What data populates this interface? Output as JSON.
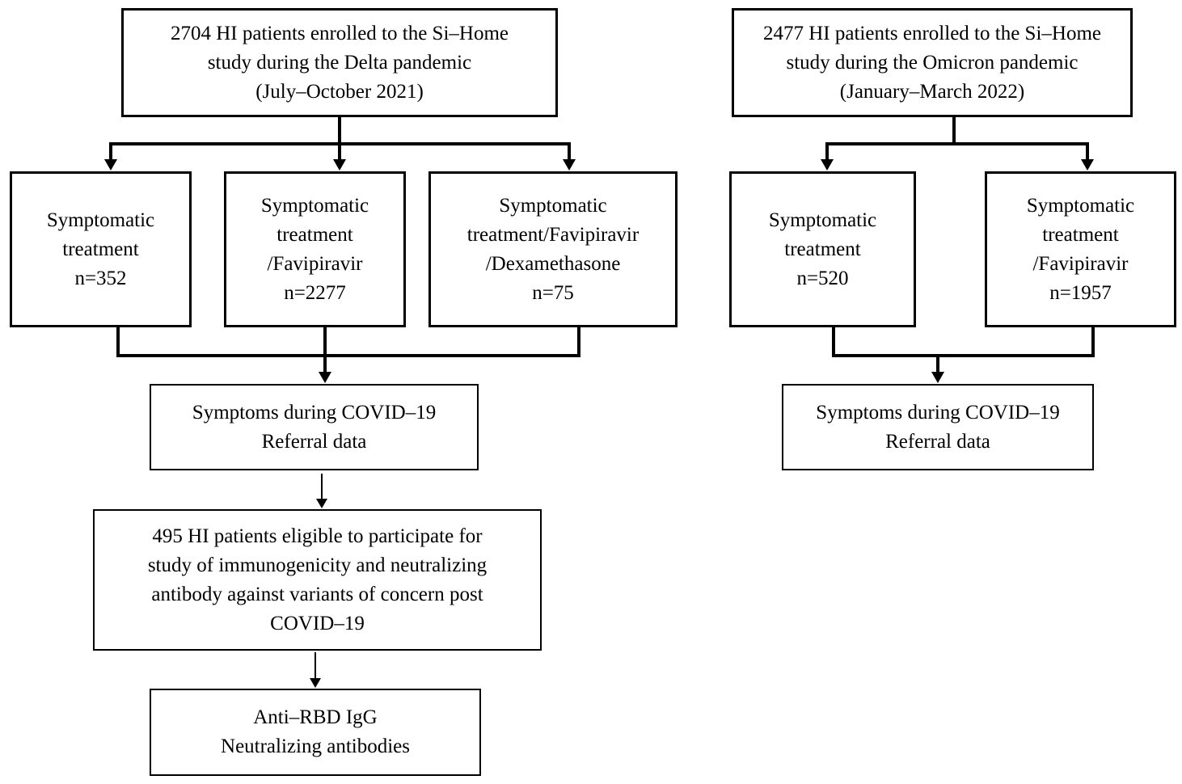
{
  "figure": {
    "type": "flowchart",
    "background_color": "#ffffff",
    "line_color": "#000000",
    "delta": {
      "enrollment": [
        "2704 HI patients enrolled to the Si–Home",
        "study during the Delta pandemic",
        "(July–October 2021)"
      ],
      "arm_symptomatic": [
        "Symptomatic",
        "treatment",
        "n=352"
      ],
      "arm_favipiravir": [
        "Symptomatic",
        "treatment",
        "/Favipiravir",
        "n=2277"
      ],
      "arm_dexamethasone": [
        "Symptomatic",
        "treatment/Favipiravir",
        "/Dexamethasone",
        "n=75"
      ],
      "symptoms": [
        "Symptoms during COVID–19",
        "Referral data"
      ],
      "eligible": [
        "495 HI patients eligible to participate for",
        "study of immunogenicity and neutralizing",
        "antibody against variants of concern post",
        "COVID–19"
      ],
      "outcome": [
        "Anti–RBD IgG",
        "Neutralizing antibodies"
      ]
    },
    "omicron": {
      "enrollment": [
        "2477 HI patients enrolled to the Si–Home",
        "study during the Omicron pandemic",
        "(January–March 2022)"
      ],
      "arm_symptomatic": [
        "Symptomatic",
        "treatment",
        "n=520"
      ],
      "arm_favipiravir": [
        "Symptomatic",
        "treatment",
        "/Favipiravir",
        "n=1957"
      ],
      "symptoms": [
        "Symptoms during COVID–19",
        "Referral data"
      ]
    },
    "edges": [
      {
        "from": "delta-enrollment",
        "to": "delta-arm-1"
      },
      {
        "from": "delta-enrollment",
        "to": "delta-arm-2"
      },
      {
        "from": "delta-enrollment",
        "to": "delta-arm-3"
      },
      {
        "from": "delta-arm-1",
        "to": "delta-symptoms"
      },
      {
        "from": "delta-arm-2",
        "to": "delta-symptoms"
      },
      {
        "from": "delta-arm-3",
        "to": "delta-symptoms"
      },
      {
        "from": "delta-symptoms",
        "to": "delta-eligible"
      },
      {
        "from": "delta-eligible",
        "to": "delta-outcome"
      },
      {
        "from": "omicron-enrollment",
        "to": "omicron-arm-1"
      },
      {
        "from": "omicron-enrollment",
        "to": "omicron-arm-2"
      },
      {
        "from": "omicron-arm-1",
        "to": "omicron-symptoms"
      },
      {
        "from": "omicron-arm-2",
        "to": "omicron-symptoms"
      }
    ]
  }
}
